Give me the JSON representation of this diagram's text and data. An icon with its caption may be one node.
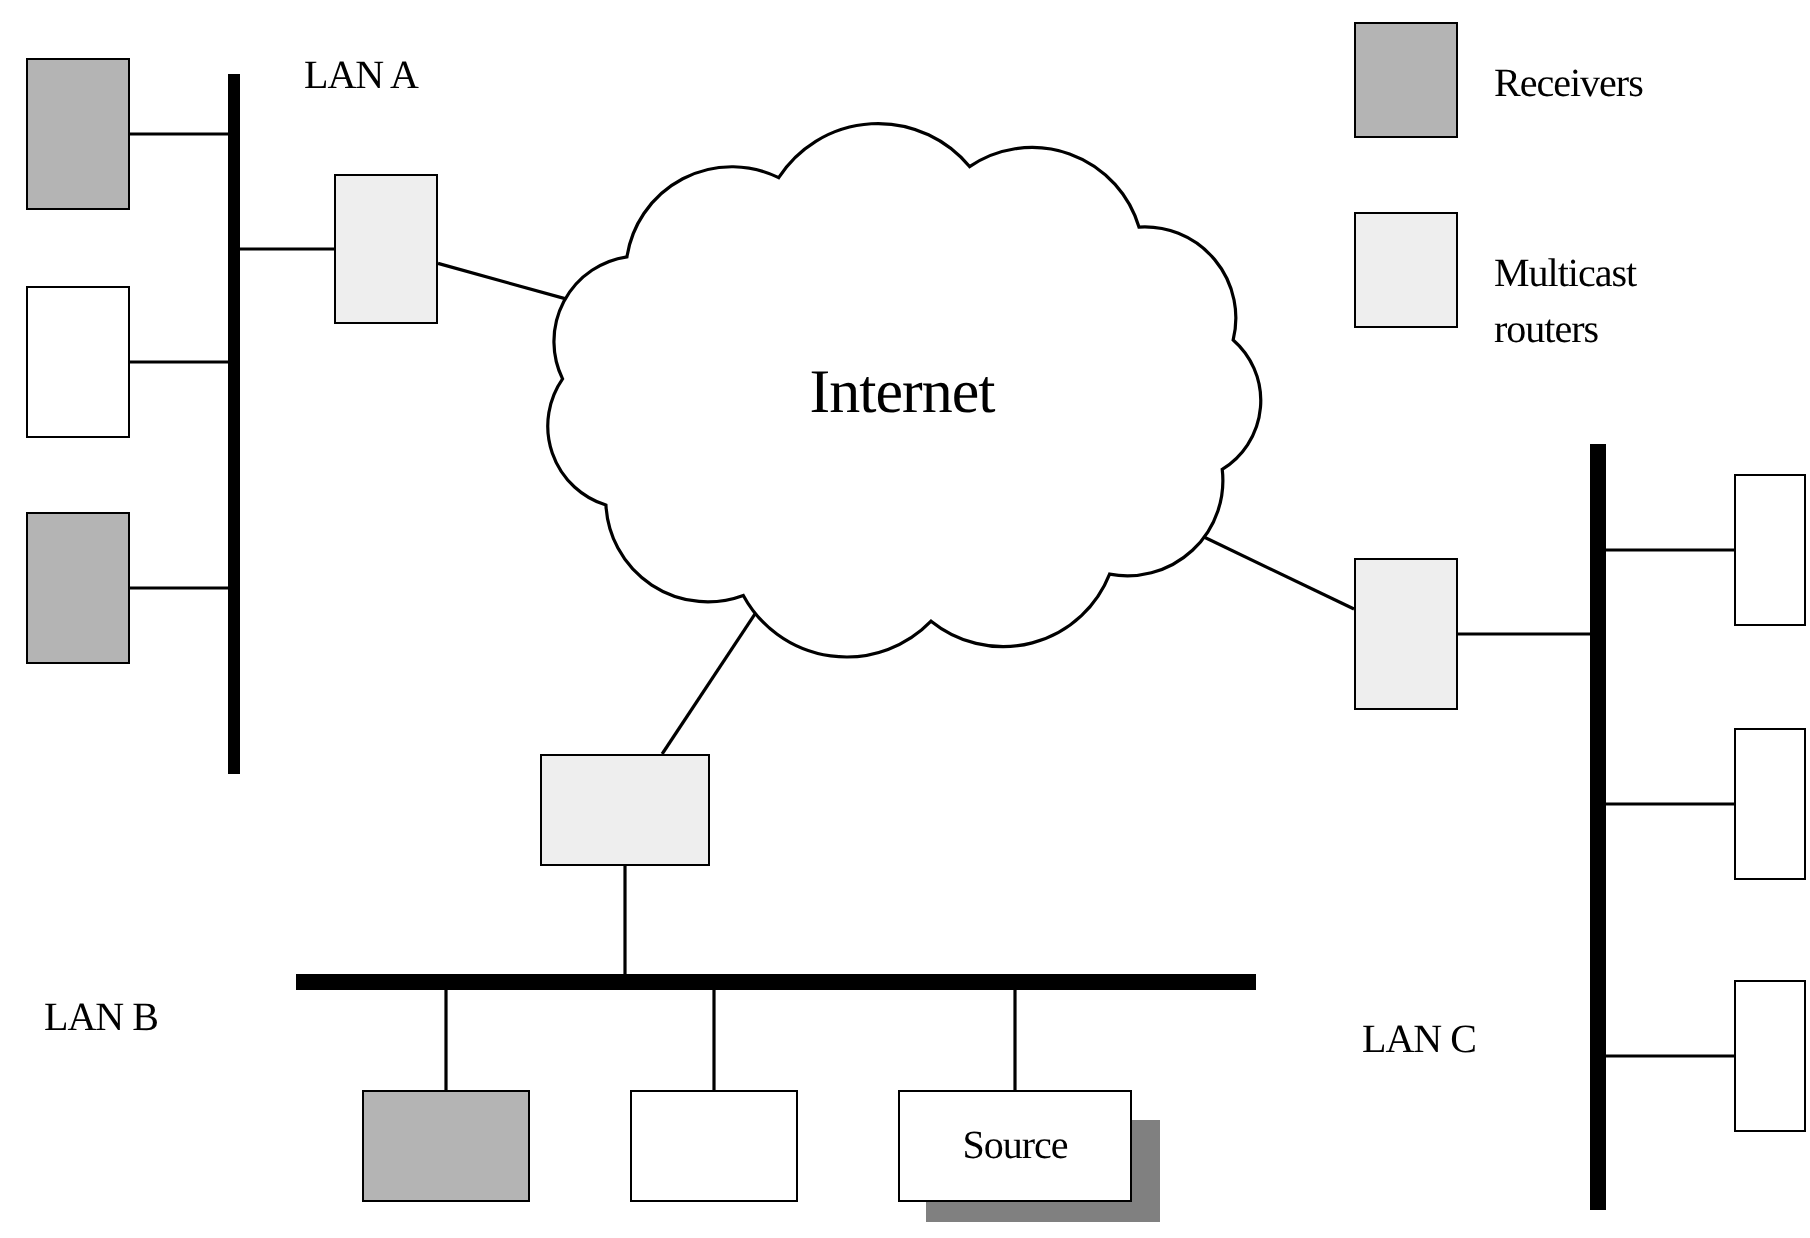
{
  "diagram": {
    "nodes": [
      {
        "text": [
          "Internet"
        ]
      },
      {
        "text": [],
        "shape": "bar"
      },
      {
        "text": [],
        "shape": "box"
      },
      {
        "text": [],
        "shape": "box"
      },
      {
        "text": [],
        "shape": "box"
      },
      {
        "text": [],
        "shape": "box"
      },
      {
        "text": [],
        "shape": "box"
      },
      {
        "text": [],
        "shape": "bar"
      },
      {
        "text": [],
        "shape": "box"
      },
      {
        "text": [],
        "shape": "box"
      },
      {
        "text": [
          "Source"
        ]
      },
      {
        "text": [],
        "shape": "box"
      },
      {
        "text": [],
        "shape": "bar"
      },
      {
        "text": [],
        "shape": "box"
      },
      {
        "text": [],
        "shape": "box"
      },
      {
        "text": [],
        "shape": "box"
      }
    ],
    "edges": [
      {
        "from": 2,
        "to": 1,
        "arrow": "none"
      },
      {
        "from": 3,
        "to": 1,
        "arrow": "none"
      },
      {
        "from": 4,
        "to": 1,
        "arrow": "none"
      },
      {
        "from": 1,
        "to": 5,
        "arrow": "none"
      },
      {
        "from": 5,
        "to": 0,
        "arrow": "none"
      },
      {
        "from": 0,
        "to": 6,
        "arrow": "none"
      },
      {
        "from": 6,
        "to": 7,
        "arrow": "none"
      },
      {
        "from": 7,
        "to": 8,
        "arrow": "none"
      },
      {
        "from": 7,
        "to": 9,
        "arrow": "none"
      },
      {
        "from": 7,
        "to": 10,
        "arrow": "none"
      },
      {
        "from": 0,
        "to": 11,
        "arrow": "none"
      },
      {
        "from": 11,
        "to": 12,
        "arrow": "none"
      },
      {
        "from": 12,
        "to": 13,
        "arrow": "none"
      },
      {
        "from": 12,
        "to": 14,
        "arrow": "none"
      },
      {
        "from": 12,
        "to": 15,
        "arrow": "none"
      }
    ],
    "labels": [
      "LAN A",
      "LAN B",
      "LAN C"
    ],
    "legend": [
      {
        "text": "Receivers",
        "color": "#b4b4b4"
      },
      {
        "text": "Multicast routers",
        "color": "#eeeeee"
      }
    ]
  }
}
